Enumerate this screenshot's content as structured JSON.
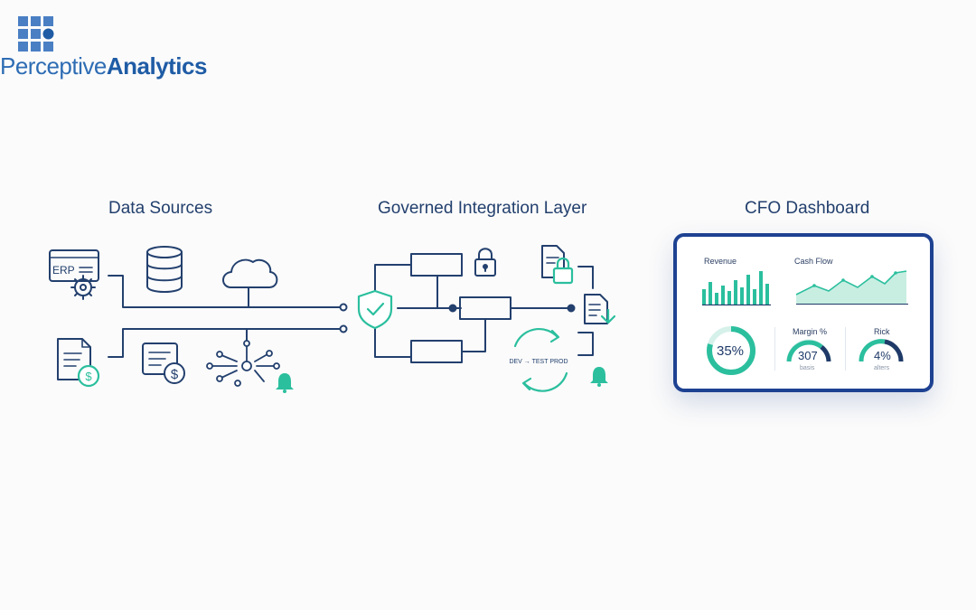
{
  "logo": {
    "text_light": "Perceptive",
    "text_bold": "Analytics"
  },
  "sections": {
    "data_sources": "Data Sources",
    "integration": "Governed Integration Layer",
    "dashboard": "CFO Dashboard"
  },
  "sources": {
    "erp_label": "ERP"
  },
  "integration": {
    "pipeline_label": "DEV → TEST PROD"
  },
  "dashboard": {
    "revenue_label": "Revenue",
    "cashflow_label": "Cash Flow",
    "kpi_value": "35%",
    "margin_label": "Margin %",
    "margin_value": "307",
    "margin_sub": "basis",
    "risk_label": "Rick",
    "risk_value": "4%",
    "risk_sub": "alters"
  },
  "colors": {
    "navy": "#1f3a68",
    "teal": "#2bbf9e",
    "blue": "#1e4292"
  }
}
